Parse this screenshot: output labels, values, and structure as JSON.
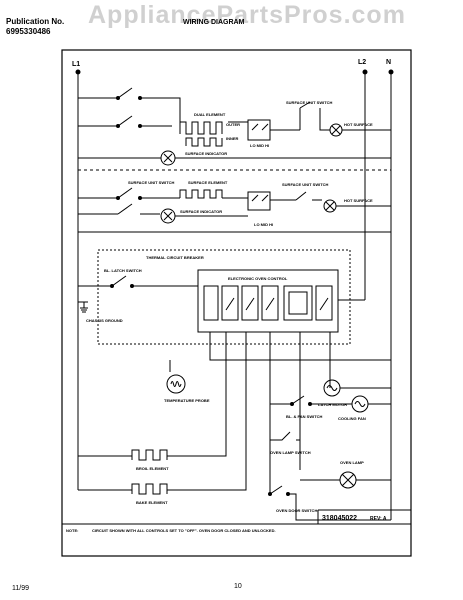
{
  "header": {
    "publication_label": "Publication No.",
    "publication_number": "6995330486",
    "watermark": "AppliancePartsPros.com",
    "title": "WIRING DIAGRAM"
  },
  "rails": {
    "l1": "L1",
    "l2": "L2",
    "n": "N"
  },
  "labels": {
    "dual_element": "DUAL ELEMENT",
    "outer": "OUTER",
    "inner": "INNER",
    "lo_mid_hi": "LO MID HI",
    "surface_unit_switch": "SURFACE UNIT SWITCH",
    "hot_surface": "HOT SURFACE",
    "surface_indicator": "SURFACE INDICATOR",
    "surface_element": "SURFACE ELEMENT",
    "thermal_circuit_breaker": "THERMAL CIRCUIT BREAKER",
    "latch_switch": "BL. LATCH SWITCH",
    "electronic_oven_control": "ELECTRONIC OVEN CONTROL",
    "chassis_ground": "CHASSIS GROUND",
    "latch_motor": "LATCH MOTOR",
    "temperature_probe": "TEMPERATURE PROBE",
    "fan_switch": "BL. & FAN SWITCH",
    "cooling_fan": "COOLING FAN",
    "oven_lamp_switch": "OVEN LAMP SWITCH",
    "oven_lamp": "OVEN LAMP",
    "broil_element": "BROIL ELEMENT",
    "bake_element": "BAKE ELEMENT",
    "oven_door_switch": "OVEN DOOR SWITCH"
  },
  "note": {
    "label": "NOTE:",
    "text": "CIRCUIT SHOWN WITH ALL CONTROLS SET TO \"OFF\". OVEN DOOR CLOSED AND UNLOCKED."
  },
  "part_number": "318045022",
  "rev": "REV: A",
  "footer": {
    "date": "11/99",
    "page": "10"
  },
  "colors": {
    "ink": "#000000",
    "watermark": "#aaaaaa"
  }
}
